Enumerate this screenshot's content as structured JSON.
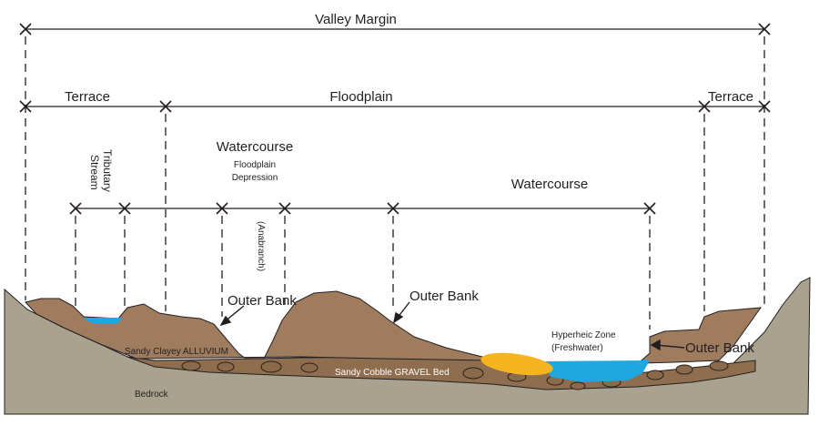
{
  "labels": {
    "valley_margin": "Valley Margin",
    "terrace_left": "Terrace",
    "floodplain": "Floodplain",
    "terrace_right": "Terrace",
    "watercourse_left": "Watercourse",
    "floodplain_depression_1": "Floodplain",
    "floodplain_depression_2": "Depression",
    "tributary_1": "Tributary",
    "tributary_2": "Stream",
    "anabranch": "(Anabranch)",
    "watercourse_right": "Watercourse",
    "outer_bank_1": "Outer Bank",
    "outer_bank_2": "Outer Bank",
    "outer_bank_3": "Outer Bank",
    "hyporheic_1": "Hyperheic Zone",
    "hyporheic_2": "(Freshwater)",
    "alluvium": "Sandy Clayey ALLUVIUM",
    "gravel_bed": "Sandy Cobble GRAVEL Bed",
    "bedrock": "Bedrock"
  },
  "colors": {
    "bedrock": "#a9a28e",
    "alluvium": "#a07c5f",
    "gravel": "#8f6d4f",
    "water": "#1fa8e0",
    "hyporheic": "#f6b41e",
    "line": "#231f20"
  }
}
